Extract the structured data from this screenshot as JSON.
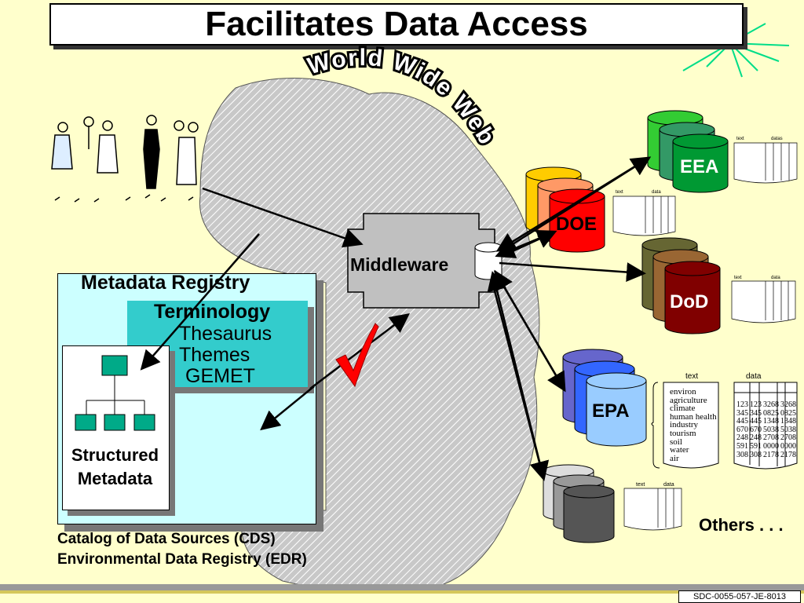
{
  "title": "Facilitates Data Access",
  "www_label": "World Wide Web",
  "middleware_label": "Middleware",
  "metadata_registry": {
    "title": "Metadata Registry",
    "terminology_title": "Terminology",
    "terminology_items": [
      "Thesaurus",
      "Themes",
      "GEMET"
    ],
    "structured_label_1": "Structured",
    "structured_label_2": "Metadata"
  },
  "catalog": {
    "line1": "Catalog of Data Sources (CDS)",
    "line2": "Environmental Data Registry (EDR)"
  },
  "agencies": {
    "eea": "EEA",
    "doe": "DOE",
    "dod": "DoD",
    "epa": "EPA"
  },
  "others_label": "Others . . .",
  "table": {
    "text_header": "text",
    "data_header": "data",
    "datas_header": "datas",
    "themes": [
      "environ",
      "agriculture",
      "climate",
      "human health",
      "industry",
      "tourism",
      "soil",
      "water",
      "air"
    ],
    "rows": [
      [
        "123",
        "123",
        "3268",
        "3268"
      ],
      [
        "345",
        "345",
        "0825",
        "0825"
      ],
      [
        "445",
        "445",
        "1348",
        "1348"
      ],
      [
        "670",
        "670",
        "5038",
        "5038"
      ],
      [
        "248",
        "248",
        "2708",
        "2708"
      ],
      [
        "591",
        "591",
        "0000",
        "0000"
      ],
      [
        "308",
        "308",
        "2178",
        "2178"
      ]
    ]
  },
  "footer_id": "SDC-0055-057-JE-8013",
  "colors": {
    "background": "#ffffcc",
    "eea": "#009933",
    "doe": "#ff0000",
    "dod": "#800000",
    "epa": "#3399ff",
    "terminology": "#33cccc",
    "check": "#ff0000"
  }
}
